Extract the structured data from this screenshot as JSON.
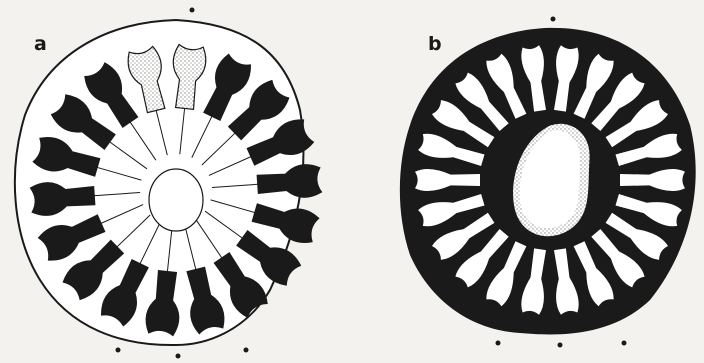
{
  "panels": [
    {
      "label": "a",
      "style": "outline",
      "lobe_count": 18,
      "stippled_lobes": [
        0,
        17
      ]
    },
    {
      "label": "b",
      "style": "solid",
      "lobe_count": 22,
      "has_stippled_lumen": true
    }
  ],
  "colors": {
    "ink": "#1a1a1a",
    "paper": "#f3f2ee",
    "stipple": "#8a8a86"
  }
}
